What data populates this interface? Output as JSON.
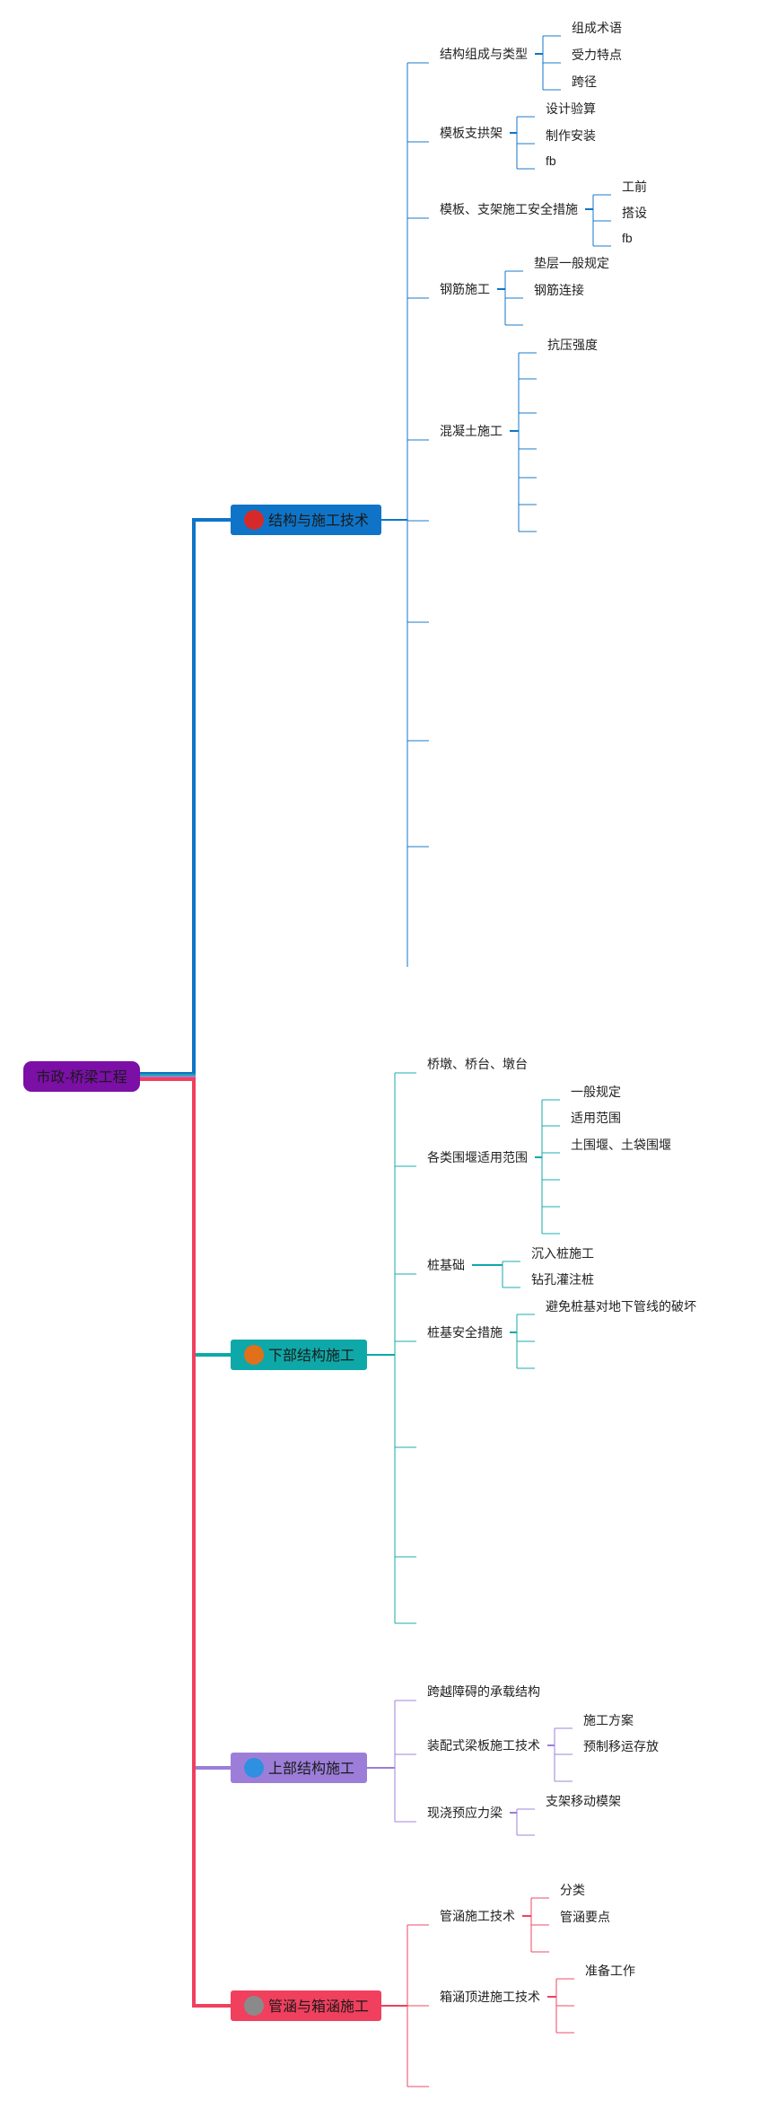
{
  "root": {
    "label": "市政-桥梁工程",
    "color": "#7b0fa6"
  },
  "branches": [
    {
      "num": "1",
      "label": "结构与施工技术",
      "color": "#0f74c8",
      "badge_color": "#d62a2a",
      "children": [
        {
          "label": "结构组成与类型",
          "children": [
            {
              "label": "组成术语"
            },
            {
              "label": "受力特点"
            },
            {
              "label": "跨径"
            }
          ]
        },
        {
          "label": "模板支拱架",
          "children": [
            {
              "label": "设计验算"
            },
            {
              "label": "制作安装"
            },
            {
              "label": "fb"
            }
          ]
        },
        {
          "label": "模板、支架施工安全措施",
          "children": [
            {
              "label": "工前"
            },
            {
              "label": "搭设"
            },
            {
              "label": "fb"
            }
          ]
        },
        {
          "label": "钢筋施工",
          "children": [
            {
              "label": "垫层一般规定"
            },
            {
              "label": "钢筋连接"
            },
            {
              "label": ""
            }
          ]
        },
        {
          "label": "混凝土施工",
          "children": [
            {
              "label": "抗压强度"
            },
            {
              "label": ""
            },
            {
              "label": ""
            },
            {
              "label": ""
            },
            {
              "label": ""
            },
            {
              "label": ""
            },
            {
              "label": ""
            }
          ]
        },
        {
          "label": ""
        },
        {
          "label": ""
        },
        {
          "label": ""
        },
        {
          "label": ""
        }
      ]
    },
    {
      "num": "2",
      "label": "下部结构施工",
      "color": "#0fa8a8",
      "badge_color": "#e0701a",
      "children": [
        {
          "label": "桥墩、桥台、墩台"
        },
        {
          "label": "各类围堰适用范围",
          "children": [
            {
              "label": "一般规定"
            },
            {
              "label": "适用范围"
            },
            {
              "label": "土围堰、土袋围堰"
            },
            {
              "label": ""
            },
            {
              "label": ""
            },
            {
              "label": ""
            }
          ]
        },
        {
          "label": "桩基础",
          "children": [
            {
              "label": "沉入桩施工"
            },
            {
              "label": "钻孔灌注桩"
            }
          ]
        },
        {
          "label": "桩基安全措施",
          "children": [
            {
              "label": "避免桩基对地下管线的破坏"
            },
            {
              "label": ""
            },
            {
              "label": ""
            }
          ]
        },
        {
          "label": ""
        },
        {
          "label": ""
        },
        {
          "label": ""
        }
      ]
    },
    {
      "num": "3",
      "label": "上部结构施工",
      "color": "#9c7ed9",
      "badge_color": "#2f8fe0",
      "children": [
        {
          "label": "跨越障碍的承载结构"
        },
        {
          "label": "装配式梁板施工技术",
          "children": [
            {
              "label": "施工方案"
            },
            {
              "label": "预制移运存放"
            },
            {
              "label": ""
            }
          ]
        },
        {
          "label": "现浇预应力梁",
          "children": [
            {
              "label": "支架移动模架"
            },
            {
              "label": ""
            }
          ]
        }
      ]
    },
    {
      "num": "4",
      "label": "管涵与箱涵施工",
      "color": "#f0405e",
      "badge_color": "#8a8a8a",
      "children": [
        {
          "label": "管涵施工技术",
          "children": [
            {
              "label": "分类"
            },
            {
              "label": "管涵要点"
            },
            {
              "label": ""
            }
          ]
        },
        {
          "label": "箱涵顶进施工技术",
          "children": [
            {
              "label": "准备工作"
            },
            {
              "label": ""
            },
            {
              "label": ""
            }
          ]
        },
        {
          "label": ""
        }
      ]
    }
  ]
}
